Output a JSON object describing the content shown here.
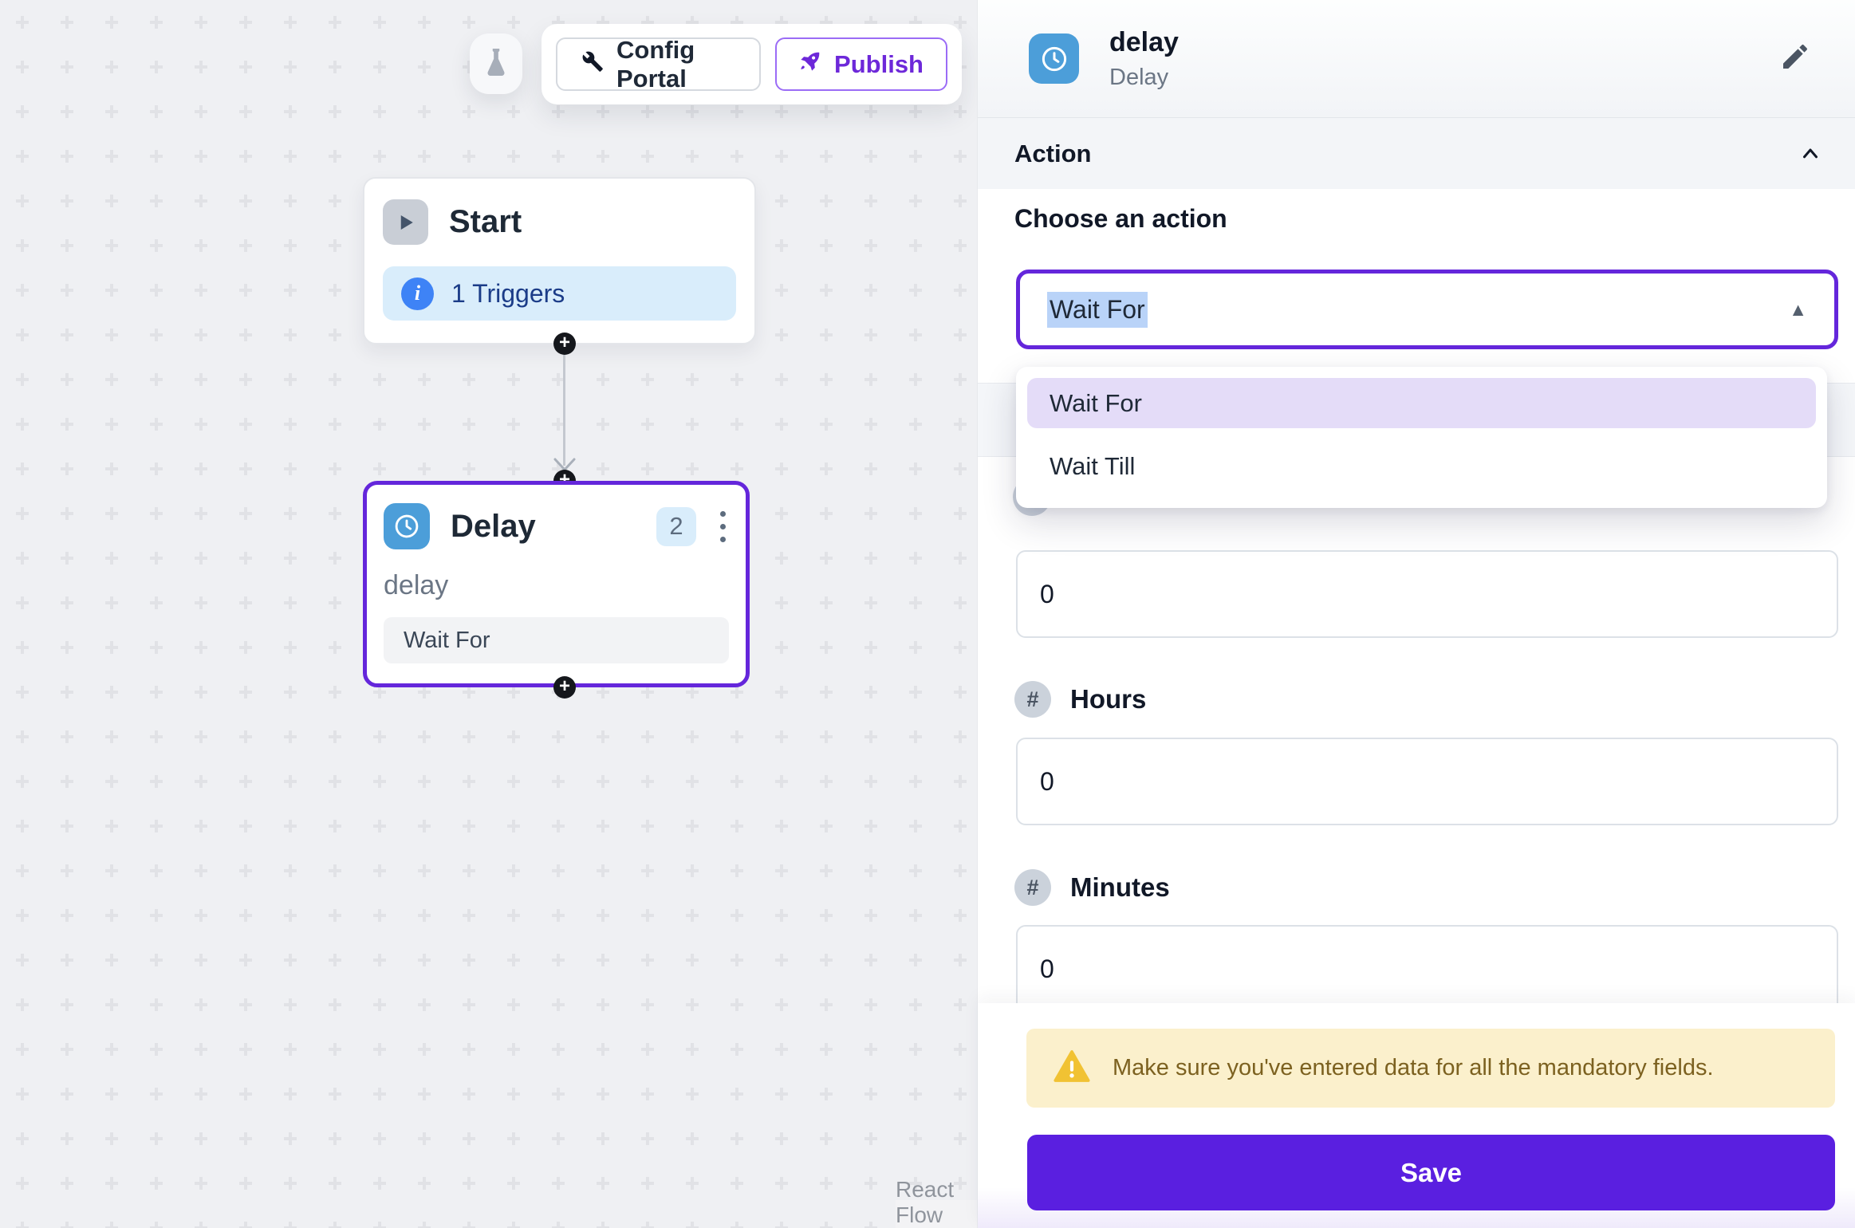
{
  "toolbar": {
    "config_portal_label": "Config Portal",
    "publish_label": "Publish"
  },
  "canvas": {
    "attribution": "React Flow",
    "start_node": {
      "title": "Start",
      "triggers_label": "1 Triggers"
    },
    "delay_node": {
      "title": "Delay",
      "count_badge": "2",
      "name": "delay",
      "action_label": "Wait For"
    }
  },
  "panel": {
    "header": {
      "title": "delay",
      "subtitle": "Delay"
    },
    "action_section": {
      "label": "Action"
    },
    "choose_action_label": "Choose an action",
    "action_select": {
      "value": "Wait For",
      "caret": "▲"
    },
    "dropdown": {
      "options": [
        {
          "label": "Wait For"
        },
        {
          "label": "Wait Till"
        }
      ]
    },
    "fields": {
      "hash_symbol": "#",
      "days": {
        "value": "0"
      },
      "hours": {
        "label": "Hours",
        "value": "0"
      },
      "minutes": {
        "label": "Minutes",
        "value": "0"
      }
    },
    "warning": {
      "message": "Make sure you've entered data for all the mandatory fields."
    },
    "save_label": "Save"
  },
  "colors": {
    "accent_purple": "#5A1FE0",
    "select_border": "#6426DB",
    "node_blue": "#4C9ED9",
    "trigger_pill_blue": "#D9EDFB",
    "option_highlight": "#E4DCF8",
    "selection_blue": "#B9D3F8",
    "warning_bg": "#FBF0CC",
    "canvas_bg": "#EFF0F3"
  }
}
